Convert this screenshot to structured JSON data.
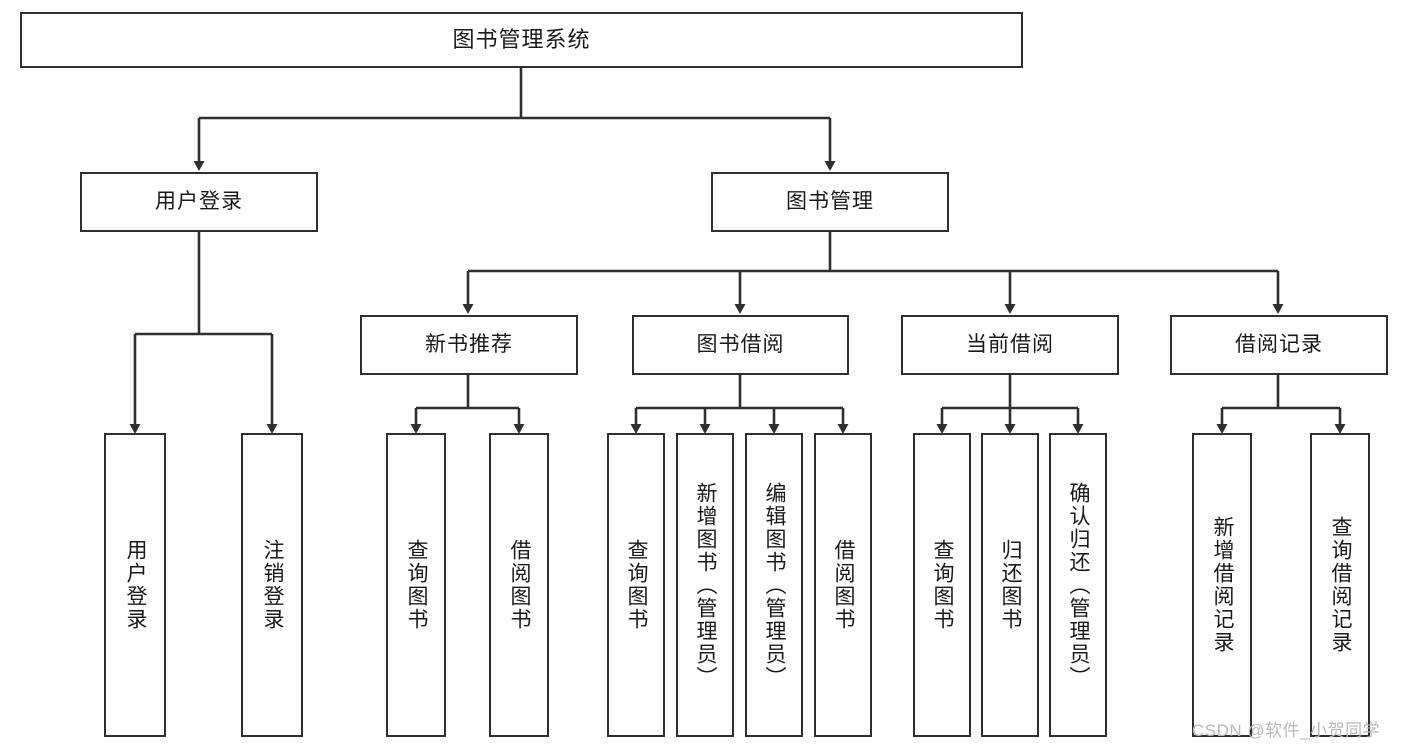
{
  "diagram": {
    "title": "图书管理系统",
    "root": {
      "label": "图书管理系统"
    },
    "level2": [
      {
        "label": "用户登录"
      },
      {
        "label": "图书管理"
      }
    ],
    "level3": [
      {
        "label": "新书推荐"
      },
      {
        "label": "图书借阅"
      },
      {
        "label": "当前借阅"
      },
      {
        "label": "借阅记录"
      }
    ],
    "leaves": {
      "user_login": [
        {
          "label": "用户登录"
        },
        {
          "label": "注销登录"
        }
      ],
      "new_book_recommend": [
        {
          "label": "查询图书"
        },
        {
          "label": "借阅图书"
        }
      ],
      "book_borrow": [
        {
          "label": "查询图书"
        },
        {
          "label": "新增图书（管理员）"
        },
        {
          "label": "编辑图书（管理员）"
        },
        {
          "label": "借阅图书"
        }
      ],
      "current_borrow": [
        {
          "label": "查询图书"
        },
        {
          "label": "归还图书"
        },
        {
          "label": "确认归还（管理员）"
        }
      ],
      "borrow_record": [
        {
          "label": "新增借阅记录"
        },
        {
          "label": "查询借阅记录"
        }
      ]
    }
  },
  "watermark": {
    "text": "CSDN @软件_小贺同学"
  },
  "colors": {
    "stroke": "#2f2f2f",
    "background": "#ffffff",
    "text": "#1a1a1a",
    "watermark": "#b8b8b8"
  }
}
